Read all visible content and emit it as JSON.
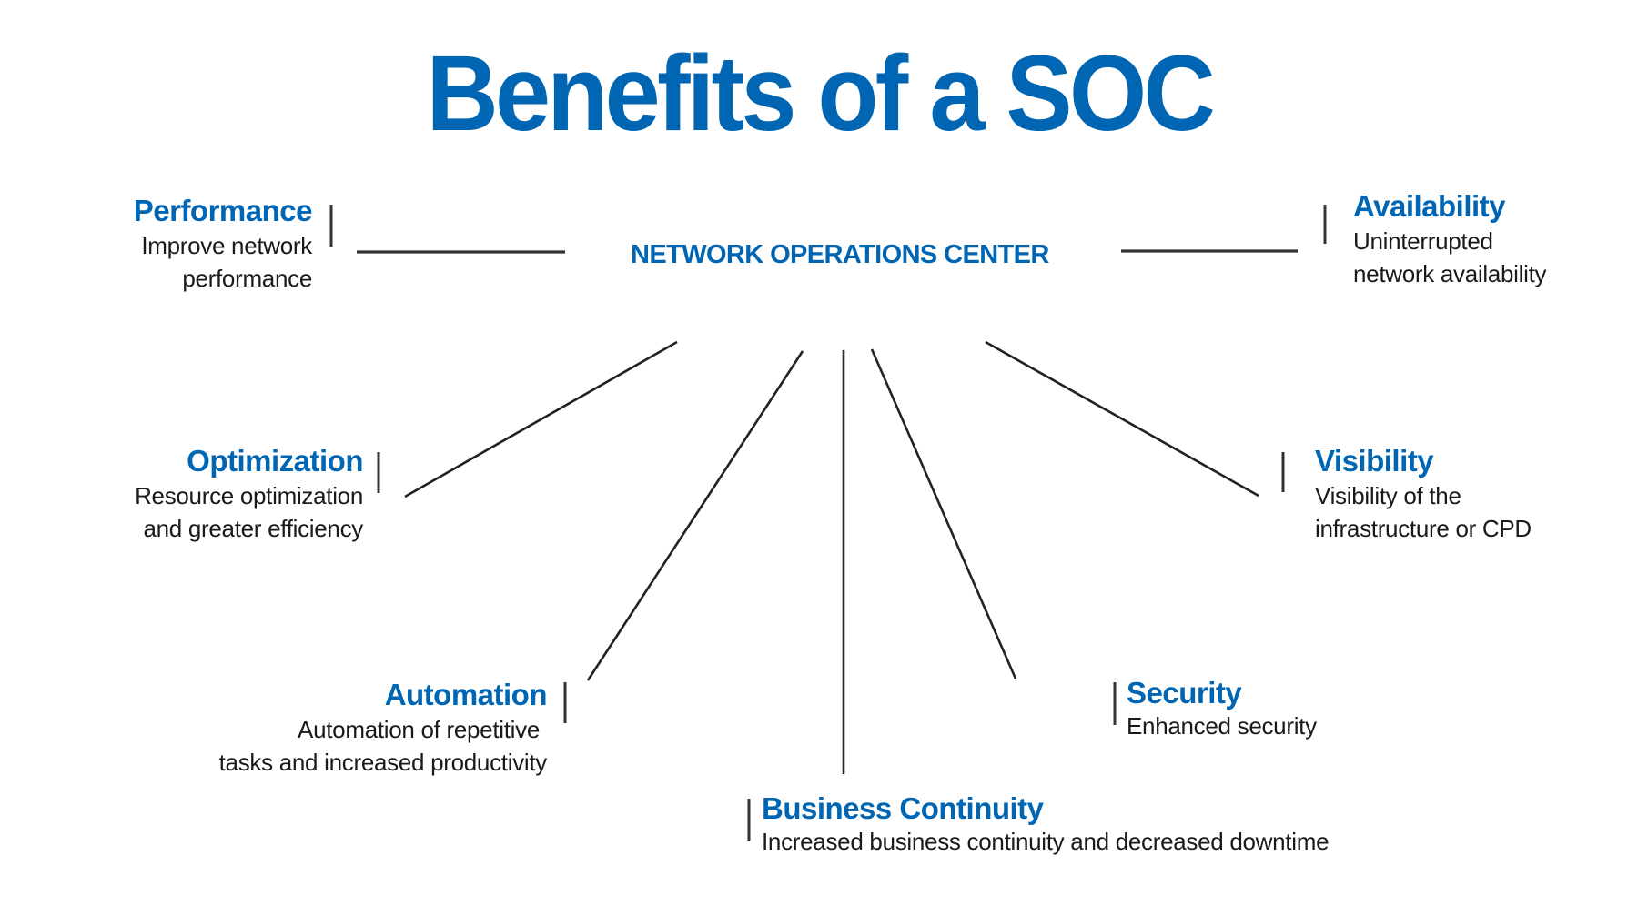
{
  "title": "Benefits of a SOC",
  "center": {
    "label": "NETWORK OPERATIONS CENTER"
  },
  "colors": {
    "accent": "#0066B3",
    "text": "#1a1a1a",
    "lines": "#222222",
    "background": "#ffffff"
  },
  "benefits": {
    "performance": {
      "heading": "Performance",
      "lines": [
        "Improve network",
        "performance"
      ]
    },
    "availability": {
      "heading": "Availability",
      "lines": [
        "Uninterrupted",
        "network availability"
      ]
    },
    "optimization": {
      "heading": "Optimization",
      "lines": [
        "Resource optimization",
        "and greater efficiency"
      ]
    },
    "visibility": {
      "heading": "Visibility",
      "lines": [
        "Visibility of the",
        "infrastructure or CPD"
      ]
    },
    "automation": {
      "heading": "Automation",
      "lines": [
        "Automation of repetitive",
        "tasks and increased productivity"
      ]
    },
    "security": {
      "heading": "Security",
      "lines": [
        "Enhanced security"
      ]
    },
    "business_continuity": {
      "heading": "Business Continuity",
      "lines": [
        "Increased business continuity and decreased downtime"
      ]
    }
  }
}
